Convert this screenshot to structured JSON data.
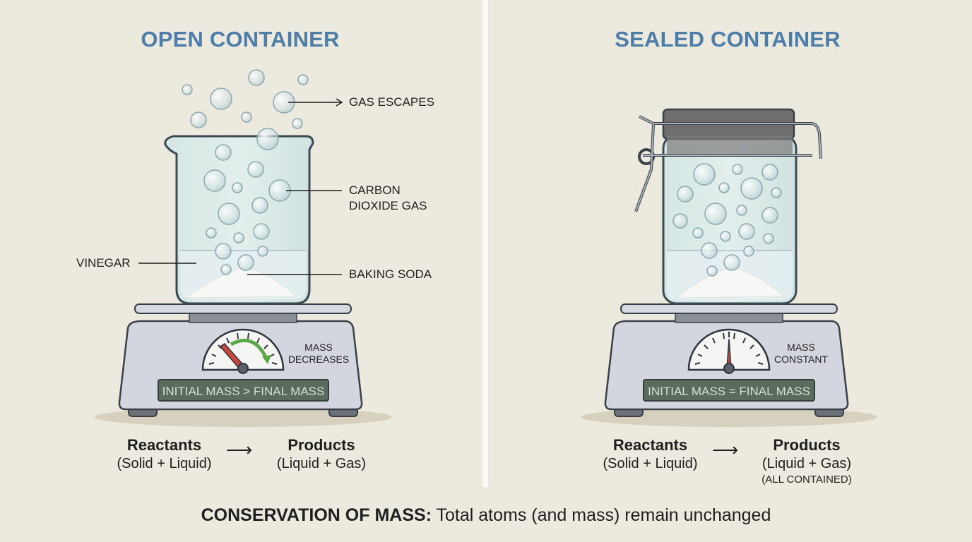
{
  "left_panel": {
    "title": "OPEN CONTAINER",
    "callouts": {
      "gas_escapes": "GAS ESCAPES",
      "co2_line1": "CARBON",
      "co2_line2": "DIOXIDE GAS",
      "vinegar": "VINEGAR",
      "baking_soda": "BAKING SODA"
    },
    "gauge": {
      "label_line1": "MASS",
      "label_line2": "DECREASES",
      "needle": "left",
      "trend_arrow_color": "#5aa84a"
    },
    "display": "INITIAL MASS > FINAL MASS",
    "reaction": {
      "reactants": "Reactants",
      "reactants_detail": "(Solid + Liquid)",
      "arrow": "⟶",
      "products": "Products",
      "products_detail": "(Liquid + Gas)"
    }
  },
  "right_panel": {
    "title": "SEALED CONTAINER",
    "gauge": {
      "label_line1": "MASS",
      "label_line2": "CONSTANT",
      "needle": "center"
    },
    "display": "INITIAL MASS = FINAL MASS",
    "reaction": {
      "reactants": "Reactants",
      "reactants_detail": "(Solid + Liquid)",
      "arrow": "⟶",
      "products": "Products",
      "products_detail": "(Liquid + Gas)",
      "products_note": "(ALL CONTAINED)"
    }
  },
  "footer": {
    "bold": "CONSERVATION OF MASS:",
    "text": " Total atoms (and mass) remain unchanged"
  },
  "colors": {
    "background": "#ece9df",
    "title_blue": "#4d7ea8",
    "scale_body": "#d3d6de",
    "display_bg": "#5b6b5e",
    "display_text": "#cfe3cf",
    "needle_red": "#c8473d",
    "lid_gray": "#6e6e6e"
  }
}
